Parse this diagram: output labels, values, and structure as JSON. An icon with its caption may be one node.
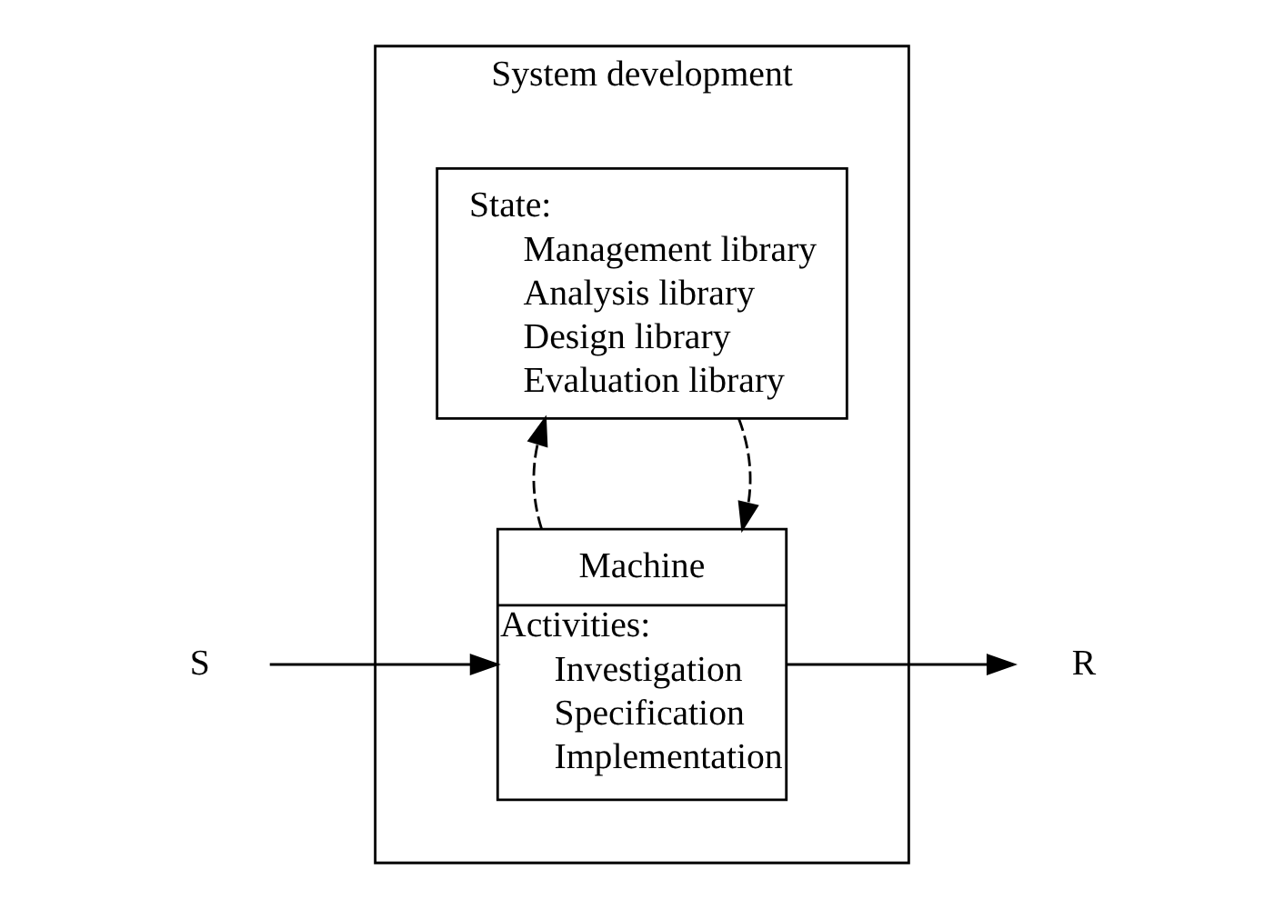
{
  "diagram": {
    "nodes": [
      {
        "text": [
          "System development"
        ]
      },
      {
        "text": [
          "State:",
          "Management library",
          "Analysis library",
          "Design library",
          "Evaluation library"
        ],
        "in": 0
      },
      {
        "text": [
          "Machine",
          "Activities:",
          "Investigation",
          "Specification",
          "Implementation"
        ],
        "in": 0
      },
      {
        "text": [
          "S"
        ]
      },
      {
        "text": [
          "R"
        ]
      }
    ],
    "edges": [
      {
        "from": 3,
        "to": 2,
        "arrow": "to"
      },
      {
        "from": 2,
        "to": 4,
        "arrow": "to"
      },
      {
        "from": 1,
        "to": 2,
        "arrow": "to",
        "style": "dashed"
      },
      {
        "from": 2,
        "to": 1,
        "arrow": "to",
        "style": "dashed"
      }
    ]
  }
}
